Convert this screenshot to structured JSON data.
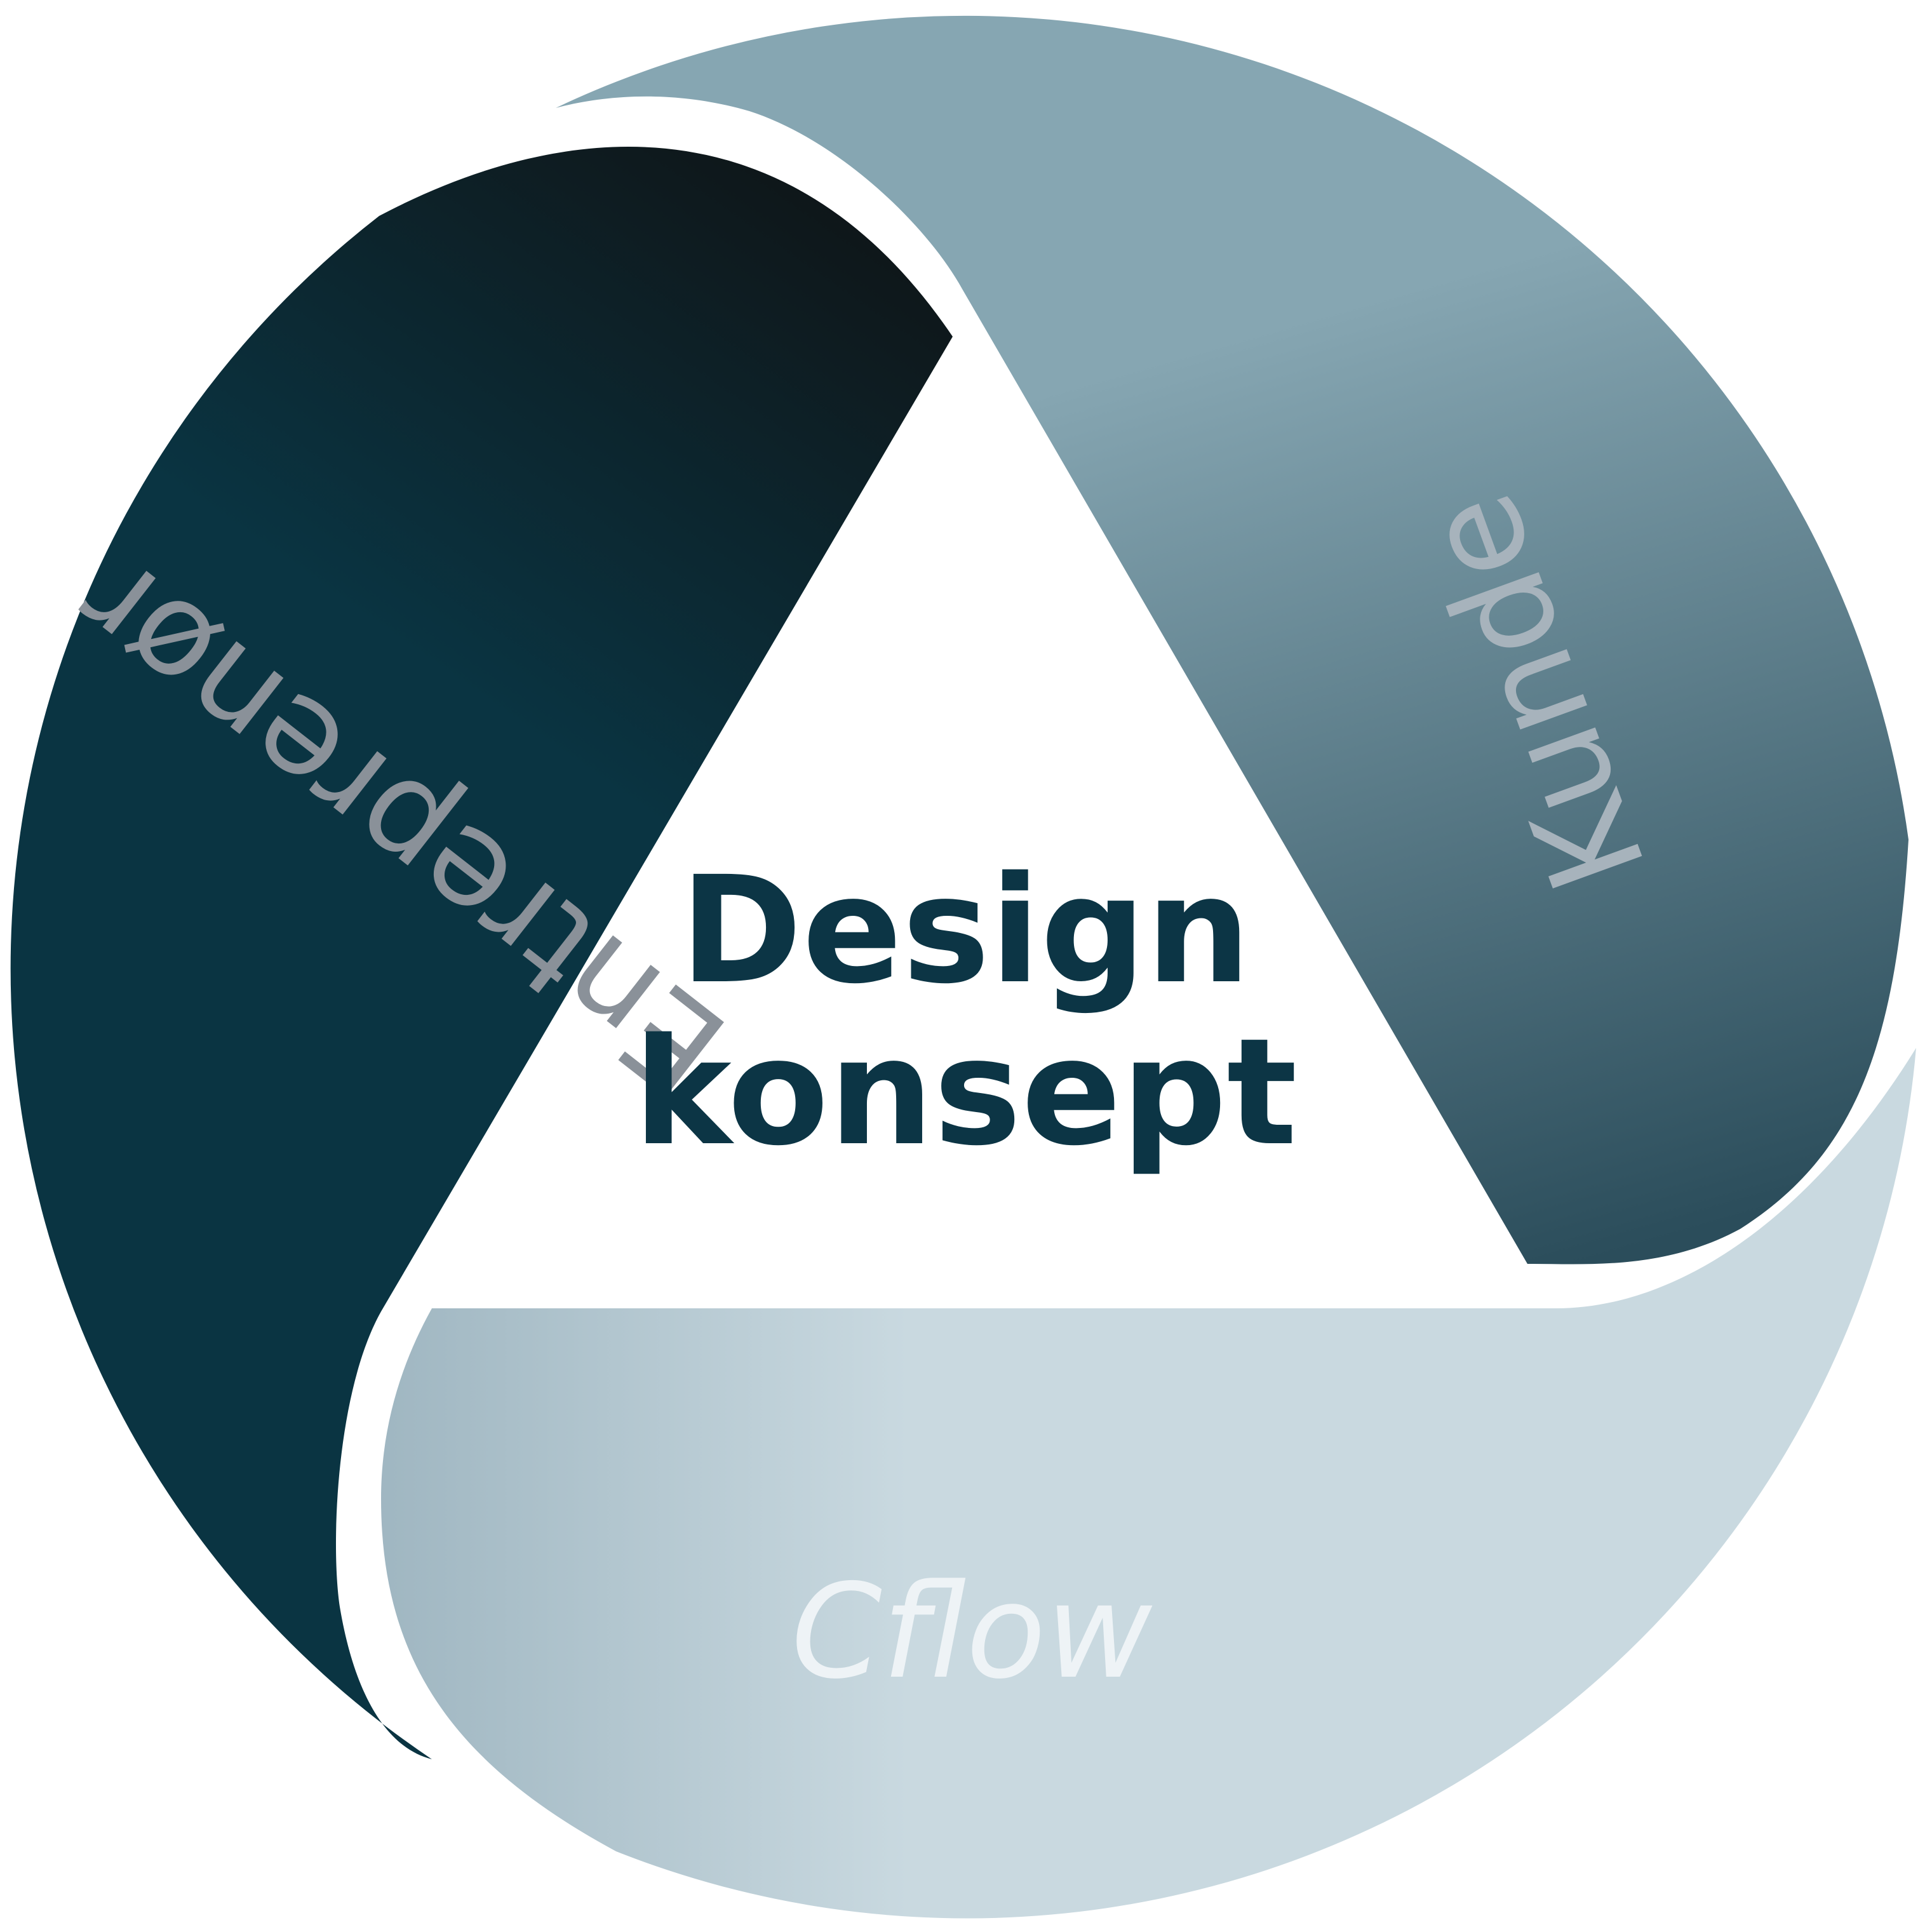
{
  "center": {
    "line1": "Design",
    "line2": "konsept"
  },
  "segments": [
    {
      "label": "Entreprenør",
      "color_dark": "#0a3442",
      "color_light": "#0f1416",
      "text_color": "#8a9199"
    },
    {
      "label": "Kunde",
      "color_dark": "#2b4d5b",
      "color_light": "#86a6b2",
      "text_color": "#a7b3bc"
    },
    {
      "label": "Cflow",
      "color_dark": "#9fb6c1",
      "color_light": "#c9d9e0",
      "text_color": "#eef3f6"
    }
  ]
}
